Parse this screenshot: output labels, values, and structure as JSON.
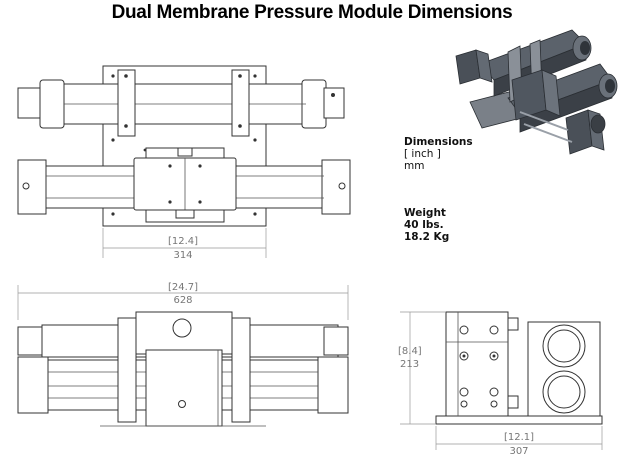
{
  "title": "Dual Membrane Pressure Module Dimensions",
  "info": {
    "dimensions_label": "Dimensions",
    "dimensions_unit_inch": "[ inch ]",
    "dimensions_unit_mm": "mm",
    "weight_label": "Weight",
    "weight_lbs": "40 lbs.",
    "weight_kg": "18.2 Kg"
  },
  "dimensions": {
    "top_width_inch": "[12.4]",
    "top_width_mm": "314",
    "front_length_inch": "[24.7]",
    "front_length_mm": "628",
    "side_height_inch": "[8.4]",
    "side_height_mm": "213",
    "side_width_inch": "[12.1]",
    "side_width_mm": "307"
  },
  "colors": {
    "line": "#333333",
    "dimension": "#777777",
    "iso_body": "#4a5058"
  }
}
